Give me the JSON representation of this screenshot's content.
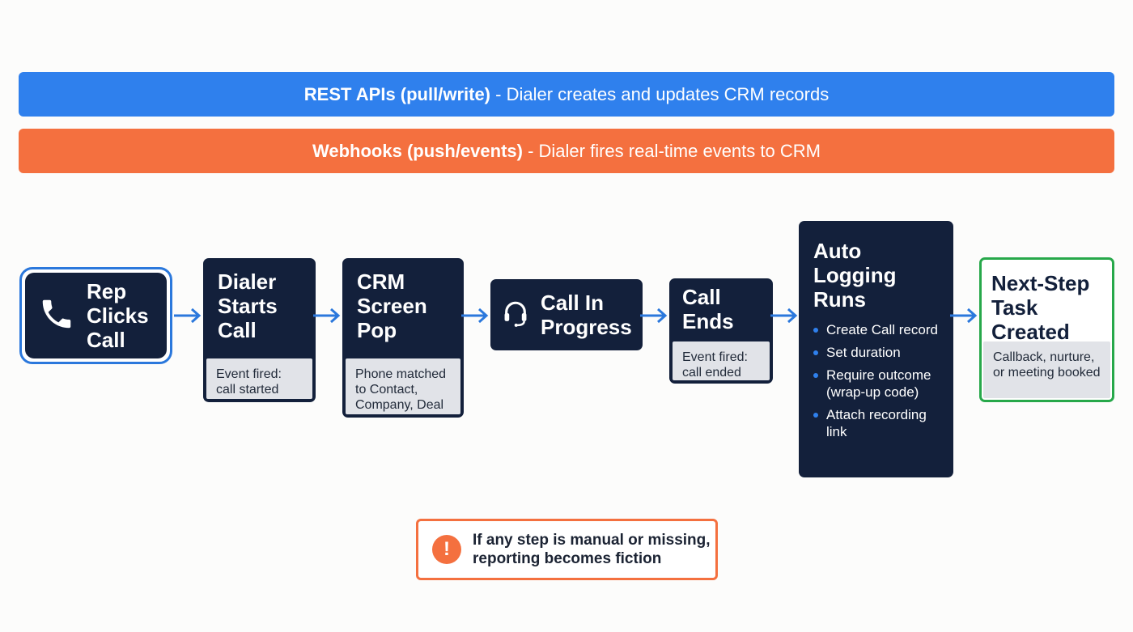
{
  "banners": {
    "rest": {
      "bold": "REST APIs (pull/write)",
      "text": " - Dialer creates and updates CRM records"
    },
    "webhooks": {
      "bold": "Webhooks (push/events)",
      "text": " - Dialer fires real-time events to CRM"
    }
  },
  "steps": {
    "rep_clicks_call": {
      "title": "Rep Clicks Call",
      "icon": "phone-icon"
    },
    "dialer_starts_call": {
      "title": "Dialer Starts Call",
      "sub": "Event fired: call started"
    },
    "crm_screen_pop": {
      "title": "CRM Screen Pop",
      "sub": "Phone matched to Contact, Company, Deal"
    },
    "call_in_progress": {
      "title": "Call In Progress",
      "icon": "headset-icon"
    },
    "call_ends": {
      "title": "Call Ends",
      "sub": "Event fired: call ended"
    },
    "auto_logging": {
      "title": "Auto Logging Runs",
      "items": [
        "Create Call record",
        "Set duration",
        "Require outcome (wrap-up code)",
        "Attach recording link"
      ]
    },
    "next_step": {
      "title": "Next-Step Task Created",
      "sub": "Callback, nurture, or meeting booked"
    }
  },
  "warning": {
    "icon": "!",
    "text": "If any step is manual or missing, reporting becomes fiction"
  },
  "colors": {
    "rest": "#2f80ed",
    "webhooks": "#f4703f",
    "node": "#13203b",
    "next_step_border": "#27a84a",
    "arrow": "#2b78dc"
  }
}
